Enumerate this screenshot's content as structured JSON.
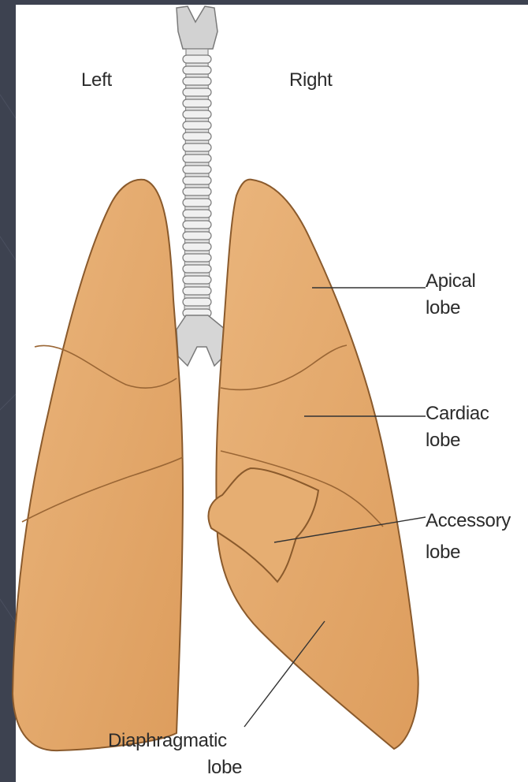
{
  "labels": {
    "left": "Left",
    "right": "Right",
    "apical": "Apical",
    "cardiac": "Cardiac",
    "accessory": "Accessory",
    "diaphragmatic": "Diaphragmatic",
    "lobe": "lobe"
  },
  "colors": {
    "background": "#3d4250",
    "panel": "#ffffff",
    "lung_fill": "#e2a86b",
    "lung_outline": "#8a5a2c",
    "trachea_fill": "#d2d2d2",
    "trachea_outline": "#7a7a7a",
    "text": "#2b2b2b"
  },
  "icons": [
    "trachea-icon",
    "left-lung-icon",
    "right-lung-icon",
    "accessory-lobe-icon"
  ]
}
